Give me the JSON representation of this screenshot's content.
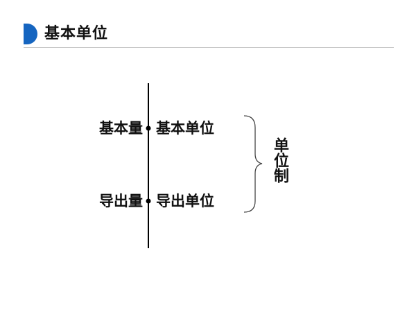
{
  "header": {
    "title": "基本单位",
    "accent_color": "#1565c0"
  },
  "diagram": {
    "rows": [
      {
        "quantity": "基本量",
        "unit": "基本单位"
      },
      {
        "quantity": "导出量",
        "unit": "导出单位"
      }
    ],
    "group_label": "单位制"
  }
}
